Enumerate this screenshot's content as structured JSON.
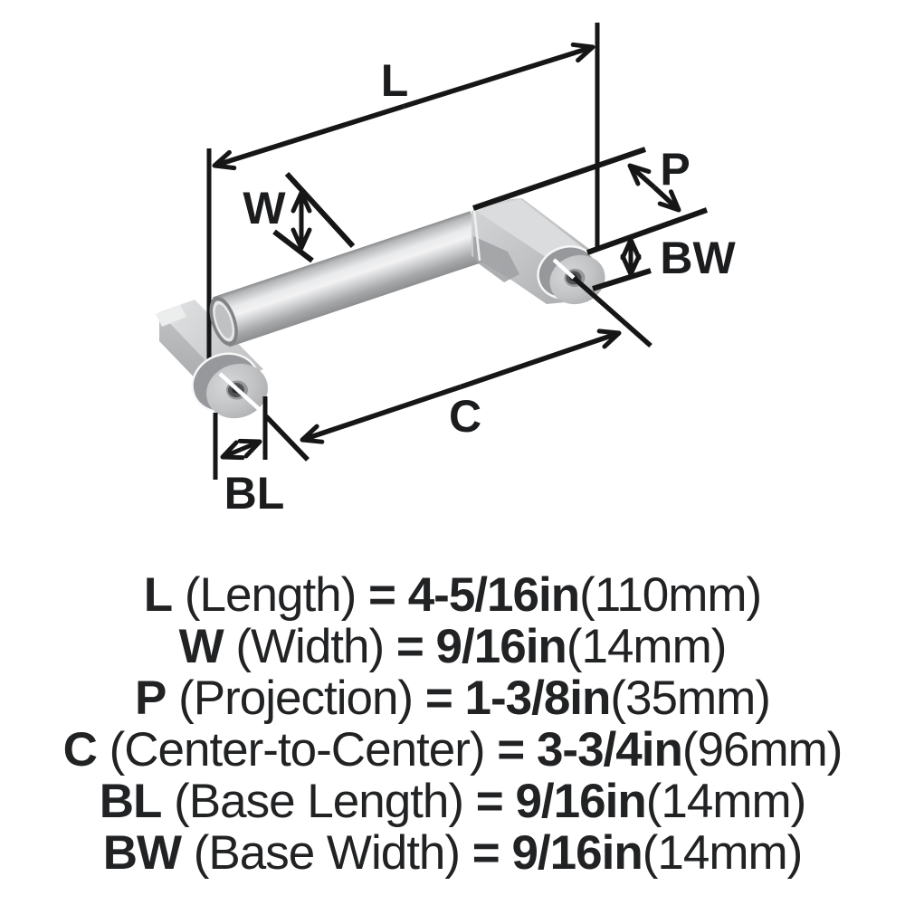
{
  "diagram": {
    "label_l": "L",
    "label_w": "W",
    "label_p": "P",
    "label_bw": "BW",
    "label_c": "C",
    "label_bl": "BL"
  },
  "specs": [
    {
      "abbr": "L",
      "name": " (Length) ",
      "value": "= 4-5/16in",
      "metric": "(110mm)"
    },
    {
      "abbr": "W",
      "name": " (Width) ",
      "value": "= 9/16in",
      "metric": "(14mm)"
    },
    {
      "abbr": "P",
      "name": " (Projection) ",
      "value": "= 1-3/8in",
      "metric": "(35mm)"
    },
    {
      "abbr": "C",
      "name": " (Center-to-Center) ",
      "value": "= 3-3/4in",
      "metric": "(96mm)"
    },
    {
      "abbr": "BL",
      "name": " (Base Length) ",
      "value": "= 9/16in",
      "metric": "(14mm)"
    },
    {
      "abbr": "BW",
      "name": " (Base Width) ",
      "value": "= 9/16in",
      "metric": "(14mm)"
    }
  ],
  "colors": {
    "line": "#161616",
    "text": "#212224",
    "metal_highlight": "#f2f2f3",
    "metal_mid": "#c6c7c9",
    "metal_shadow": "#8d8e90"
  }
}
